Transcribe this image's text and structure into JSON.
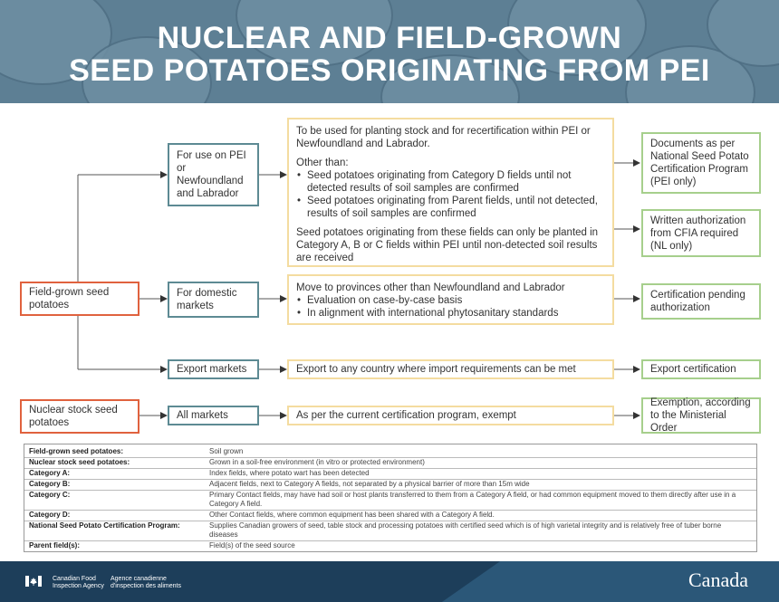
{
  "title": {
    "line1": "NUCLEAR AND FIELD-GROWN",
    "line2": "SEED POTATOES ORIGINATING FROM PEI"
  },
  "sources": {
    "field_grown": "Field-grown seed potatoes",
    "nuclear_stock": "Nuclear stock seed potatoes"
  },
  "uses": {
    "pei_nl": "For use on PEI or Newfoundland and Labrador",
    "domestic": "For domestic markets",
    "export": "Export markets",
    "all": "All markets"
  },
  "conditions": {
    "pei_nl": {
      "intro": "To be used for planting stock and for recertification within PEI or Newfoundland and Labrador.",
      "other_than": "Other than:",
      "bullets": [
        "Seed potatoes originating from Category D fields until not detected results of soil samples are confirmed",
        "Seed potatoes originating from Parent fields, until not detected, results of soil samples are confirmed"
      ],
      "note": "Seed potatoes originating from these fields can only be planted in Category A, B or C fields within PEI until non-detected soil results are received"
    },
    "domestic": {
      "intro": "Move to provinces other than Newfoundland and Labrador",
      "bullets": [
        "Evaluation on case-by-case basis",
        "In alignment with international phytosanitary standards"
      ]
    },
    "export": "Export to any country where import requirements can be met",
    "all": "As per the current certification program, exempt"
  },
  "outcomes": {
    "pei_docs": "Documents as per National Seed Potato Certification Program (PEI only)",
    "nl_auth": "Written authorization from CFIA required (NL only)",
    "domestic": "Certification pending authorization",
    "export": "Export certification",
    "all": "Exemption, according to the Ministerial Order"
  },
  "glossary": [
    {
      "term": "Field-grown seed potatoes:",
      "def": "Soil grown"
    },
    {
      "term": "Nuclear stock seed potatoes:",
      "def": "Grown in a soil-free environment (in vitro or protected environment)"
    },
    {
      "term": "Category A:",
      "def": "Index fields, where potato wart has been detected"
    },
    {
      "term": "Category B:",
      "def": "Adjacent fields, next to Category A fields, not separated by a physical barrier of more than 15m wide"
    },
    {
      "term": "Category C:",
      "def": "Primary Contact fields, may have had soil or host plants transferred to them from a Category A field, or had common equipment moved to them directly after use in a Category A field."
    },
    {
      "term": "Category D:",
      "def": "Other Contact fields, where common equipment has been shared with a Category A field."
    },
    {
      "term": "National Seed Potato Certification Program:",
      "def": "Supplies Canadian growers of seed, table stock and processing potatoes with certified seed which is of high varietal integrity and is relatively free of tuber borne diseases"
    },
    {
      "term": "Parent field(s):",
      "def": "Field(s) of the seed source"
    }
  ],
  "footer": {
    "agency_en_1": "Canadian Food",
    "agency_en_2": "Inspection Agency",
    "agency_fr_1": "Agence canadienne",
    "agency_fr_2": "d'inspection des aliments",
    "wordmark": "Canada"
  },
  "colors": {
    "header": "#5d7f94",
    "source_border": "#e0623e",
    "use_border": "#5d8a93",
    "condition_border": "#f4dca0",
    "outcome_border": "#a6cf8c",
    "footer": "#1d3e5a"
  }
}
